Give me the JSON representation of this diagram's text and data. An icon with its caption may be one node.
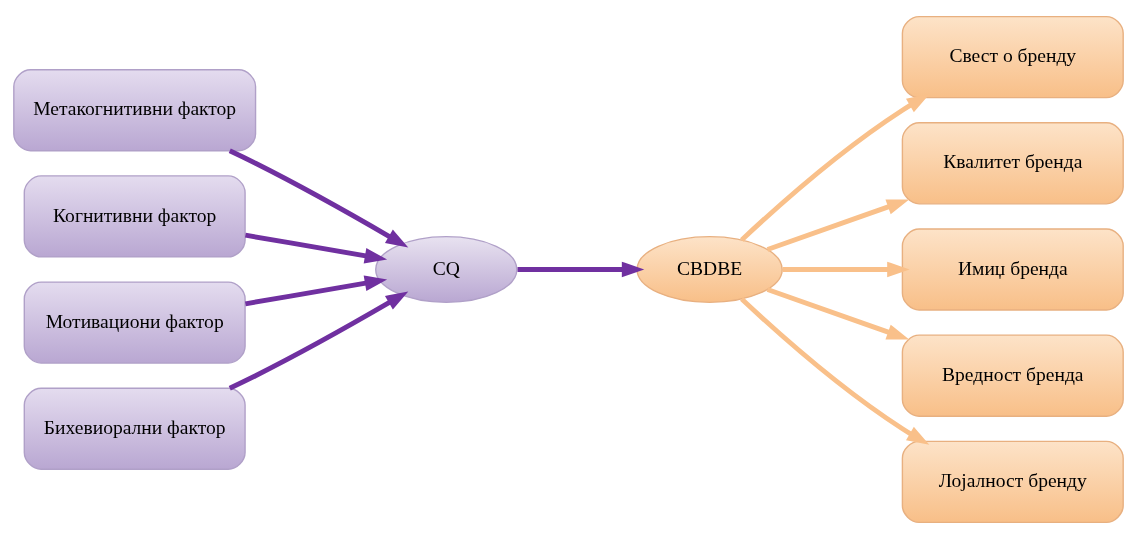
{
  "diagram": {
    "nodes": [
      {
        "text": [
          "Метакогнитивни фактор"
        ]
      },
      {
        "text": [
          "Когнитивни фактор"
        ]
      },
      {
        "text": [
          "Мотивациони фактор"
        ]
      },
      {
        "text": [
          "Бихевиорални фактор"
        ]
      },
      {
        "text": [
          "CQ"
        ]
      },
      {
        "text": [
          "CBDBE"
        ]
      },
      {
        "text": [
          "Свест о бренду"
        ]
      },
      {
        "text": [
          "Квалитет бренда"
        ]
      },
      {
        "text": [
          "Имиџ бренда"
        ]
      },
      {
        "text": [
          "Вредност бренда"
        ]
      },
      {
        "text": [
          "Лојалност бренду"
        ]
      }
    ],
    "edges": [
      {
        "from": 0,
        "to": 4,
        "arrow": "to",
        "color": "#7030a0"
      },
      {
        "from": 1,
        "to": 4,
        "arrow": "to",
        "color": "#7030a0"
      },
      {
        "from": 2,
        "to": 4,
        "arrow": "to",
        "color": "#7030a0"
      },
      {
        "from": 3,
        "to": 4,
        "arrow": "to",
        "color": "#7030a0"
      },
      {
        "from": 4,
        "to": 5,
        "arrow": "to",
        "color": "#7030a0"
      },
      {
        "from": 5,
        "to": 6,
        "arrow": "to",
        "color": "#f9c08a"
      },
      {
        "from": 5,
        "to": 7,
        "arrow": "to",
        "color": "#f9c08a"
      },
      {
        "from": 5,
        "to": 8,
        "arrow": "to",
        "color": "#f9c08a"
      },
      {
        "from": 5,
        "to": 9,
        "arrow": "to",
        "color": "#f9c08a"
      },
      {
        "from": 5,
        "to": 10,
        "arrow": "to",
        "color": "#f9c08a"
      }
    ]
  }
}
